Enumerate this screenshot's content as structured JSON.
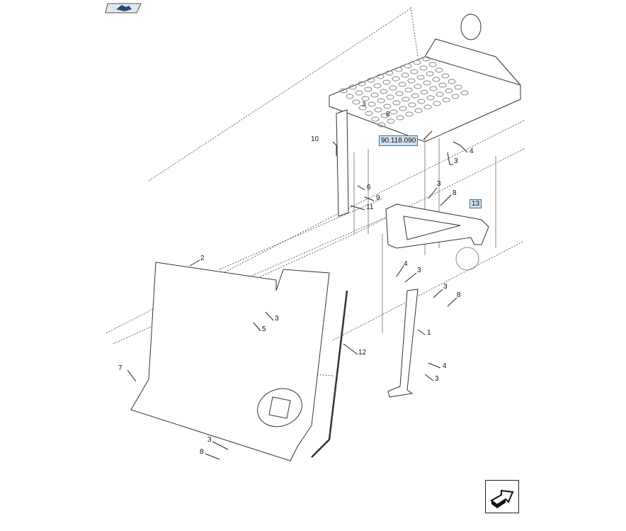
{
  "diagram": {
    "reference_link": "90.118.090",
    "highlighted_item": "13",
    "callouts": [
      "3",
      "8",
      "10",
      "4",
      "3",
      "3",
      "8",
      "6",
      "9",
      "11",
      "2",
      "4",
      "3",
      "3",
      "8",
      "3",
      "5",
      "1",
      "12",
      "7",
      "4",
      "3",
      "3",
      "8"
    ]
  },
  "icons": {
    "top": "parts-catalog-icon",
    "bottom": "next-page-arrow-icon"
  },
  "colors": {
    "link_fill": "#cfe0ef",
    "link_border": "#4a6f95"
  }
}
